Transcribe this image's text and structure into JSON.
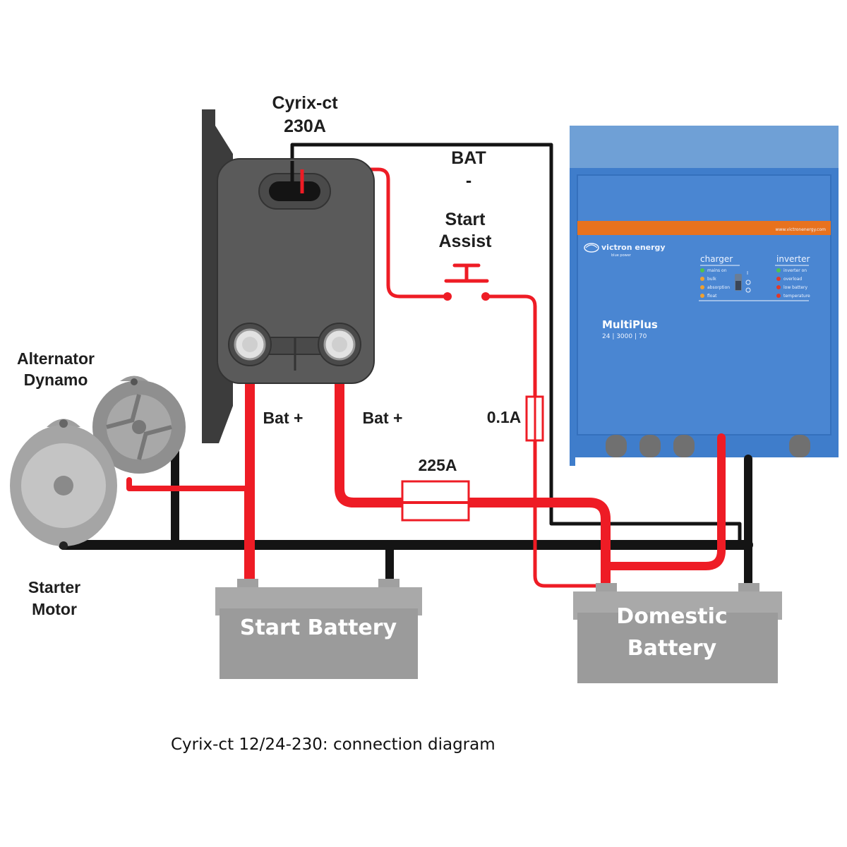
{
  "labels": {
    "cyrix_name": "Cyrix-ct",
    "cyrix_rating": "230A",
    "bat_neg_1": "BAT",
    "bat_neg_2": "-",
    "start_assist_1": "Start",
    "start_assist_2": "Assist",
    "bat_plus_left": "Bat +",
    "bat_plus_right": "Bat +",
    "fuse_small": "0.1A",
    "fuse_large": "225A",
    "alternator_1": "Alternator",
    "alternator_2": "Dynamo",
    "starter_1": "Starter",
    "starter_2": "Motor",
    "start_battery": "Start Battery",
    "domestic_battery_1": "Domestic",
    "domestic_battery_2": "Battery",
    "caption": "Cyrix-ct 12/24-230: connection diagram"
  },
  "inverter": {
    "brand": "victron energy",
    "brand_sub": "blue power",
    "website": "www.victronenergy.com",
    "model": "MultiPlus",
    "model_spec": "24 | 3000 | 70",
    "charger_header": "charger",
    "inverter_header": "inverter",
    "charger_leds": [
      "mains on",
      "bulk",
      "absorption",
      "float"
    ],
    "inverter_leds": [
      "inverter on",
      "overload",
      "low battery",
      "temperature"
    ],
    "switch_on": "I",
    "switch_off": "O",
    "colors": {
      "body": "#3f7dcb",
      "top": "#6fa0d6",
      "stripe": "#e8721e"
    }
  },
  "colors": {
    "positive_wire": "#ee1c25",
    "negative_wire": "#141414",
    "battery": "#9b9b9b",
    "cyrix_body": "#5a5a5a"
  }
}
